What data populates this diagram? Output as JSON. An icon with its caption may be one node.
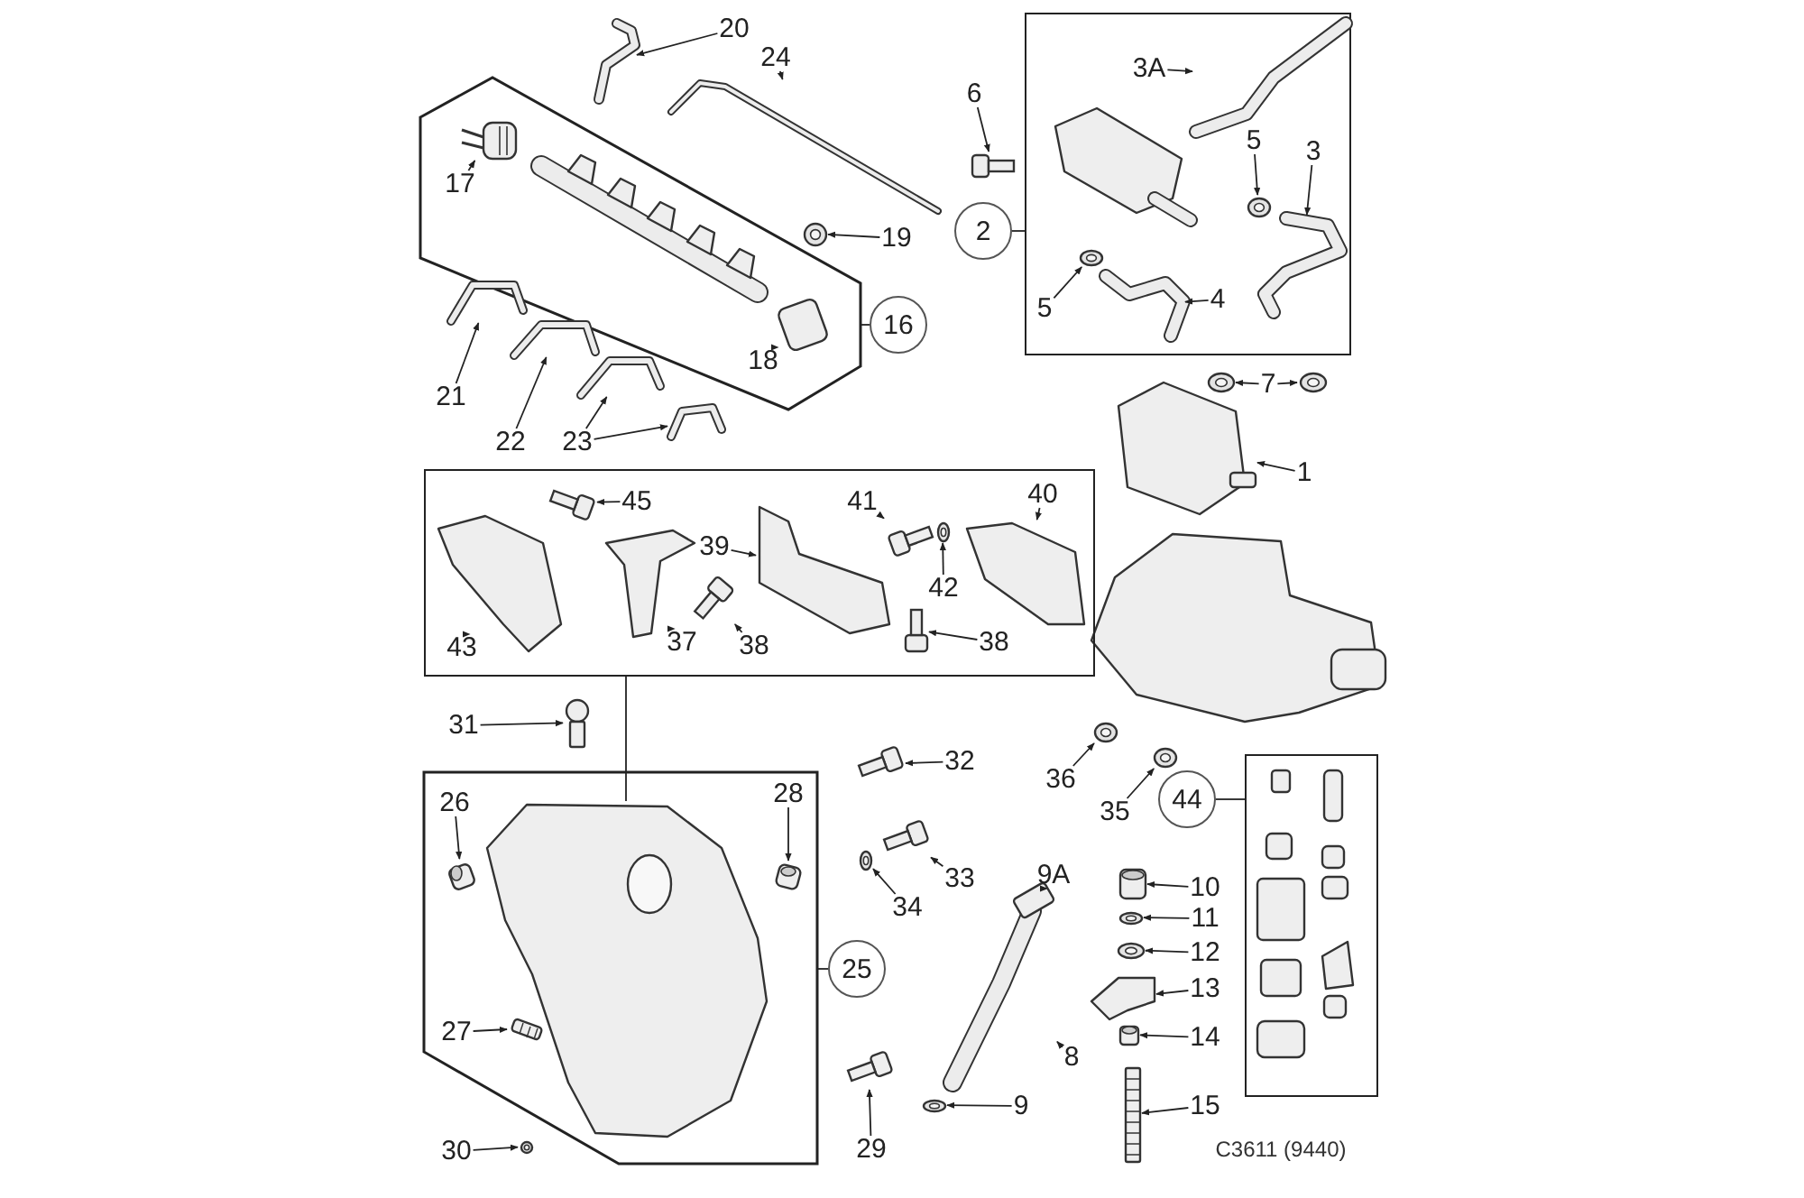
{
  "diagram": {
    "nodes": [
      {
        "text": [],
        "shape": "box"
      },
      {
        "text": [
          "20"
        ]
      },
      {
        "text": [
          "24"
        ]
      },
      {
        "text": [
          "17"
        ],
        "in": 0
      },
      {
        "text": [
          "6"
        ]
      },
      {
        "text": [
          "2"
        ]
      },
      {
        "text": [],
        "shape": "box"
      },
      {
        "text": [
          "3A"
        ],
        "in": 6
      },
      {
        "text": [
          "5"
        ],
        "in": 6
      },
      {
        "text": [
          "3"
        ],
        "in": 6
      },
      {
        "text": [
          "5"
        ],
        "in": 6
      },
      {
        "text": [
          "4"
        ],
        "in": 6
      },
      {
        "text": [
          "19"
        ]
      },
      {
        "text": [
          "18"
        ],
        "in": 0
      },
      {
        "text": [
          "16"
        ]
      },
      {
        "text": [
          "21"
        ]
      },
      {
        "text": [
          "22"
        ]
      },
      {
        "text": [
          "23"
        ]
      },
      {
        "text": [
          "7"
        ]
      },
      {
        "text": [
          "1"
        ]
      },
      {
        "text": [],
        "shape": "box"
      },
      {
        "text": [
          "45"
        ],
        "in": 20
      },
      {
        "text": [
          "41"
        ],
        "in": 20
      },
      {
        "text": [
          "40"
        ],
        "in": 20
      },
      {
        "text": [
          "39"
        ],
        "in": 20
      },
      {
        "text": [
          "42"
        ],
        "in": 20
      },
      {
        "text": [
          "43"
        ],
        "in": 20
      },
      {
        "text": [
          "37"
        ],
        "in": 20
      },
      {
        "text": [
          "38"
        ],
        "in": 20
      },
      {
        "text": [
          "38"
        ],
        "in": 20
      },
      {
        "text": [
          "31"
        ]
      },
      {
        "text": [
          "32"
        ]
      },
      {
        "text": [],
        "shape": "box"
      },
      {
        "text": [
          "26"
        ],
        "in": 32
      },
      {
        "text": [
          "28"
        ],
        "in": 32
      },
      {
        "text": [
          "36"
        ]
      },
      {
        "text": [
          "35"
        ]
      },
      {
        "text": [
          "44"
        ]
      },
      {
        "text": [],
        "shape": "box"
      },
      {
        "text": [
          "33"
        ]
      },
      {
        "text": [
          "34"
        ]
      },
      {
        "text": [
          "25"
        ]
      },
      {
        "text": [
          "9A"
        ]
      },
      {
        "text": [
          "10"
        ]
      },
      {
        "text": [
          "11"
        ]
      },
      {
        "text": [
          "12"
        ]
      },
      {
        "text": [
          "13"
        ]
      },
      {
        "text": [
          "27"
        ],
        "in": 32
      },
      {
        "text": [
          "14"
        ]
      },
      {
        "text": [
          "8"
        ]
      },
      {
        "text": [
          "29"
        ]
      },
      {
        "text": [
          "30"
        ]
      },
      {
        "text": [
          "9"
        ]
      },
      {
        "text": [
          "15"
        ]
      },
      {
        "text": [],
        "shape": "picture"
      },
      {
        "text": [],
        "shape": "picture"
      },
      {
        "text": [],
        "shape": "picture",
        "in": 0
      },
      {
        "text": [],
        "shape": "picture"
      },
      {
        "text": [],
        "shape": "picture",
        "in": 6
      },
      {
        "text": [],
        "shape": "picture",
        "in": 6
      },
      {
        "text": [],
        "shape": "picture",
        "in": 6
      },
      {
        "text": [],
        "shape": "picture",
        "in": 6
      },
      {
        "text": [],
        "shape": "picture",
        "in": 6
      },
      {
        "text": [],
        "shape": "picture"
      },
      {
        "text": [],
        "shape": "picture",
        "in": 0
      },
      {
        "text": [],
        "shape": "picture"
      },
      {
        "text": [],
        "shape": "picture"
      },
      {
        "text": [],
        "shape": "picture"
      },
      {
        "text": [],
        "shape": "picture"
      },
      {
        "text": [],
        "shape": "picture"
      },
      {
        "text": [],
        "shape": "picture"
      },
      {
        "text": [],
        "shape": "picture"
      },
      {
        "text": [],
        "shape": "picture",
        "in": 32
      },
      {
        "text": [],
        "shape": "picture",
        "in": 20
      },
      {
        "text": [],
        "shape": "picture",
        "in": 20
      },
      {
        "text": [],
        "shape": "picture",
        "in": 20
      },
      {
        "text": [],
        "shape": "picture",
        "in": 20
      },
      {
        "text": [],
        "shape": "picture",
        "in": 20
      },
      {
        "text": [],
        "shape": "picture",
        "in": 20
      },
      {
        "text": [],
        "shape": "picture",
        "in": 20
      },
      {
        "text": [],
        "shape": "picture",
        "in": 20
      },
      {
        "text": [],
        "shape": "picture",
        "in": 20
      },
      {
        "text": [],
        "shape": "picture"
      },
      {
        "text": [],
        "shape": "picture"
      },
      {
        "text": [],
        "shape": "picture",
        "in": 32
      },
      {
        "text": [],
        "shape": "picture",
        "in": 32
      },
      {
        "text": [],
        "shape": "picture"
      },
      {
        "text": [],
        "shape": "picture"
      },
      {
        "text": [],
        "shape": "picture"
      },
      {
        "text": [],
        "shape": "picture"
      },
      {
        "text": [],
        "shape": "picture"
      },
      {
        "text": [],
        "shape": "picture"
      },
      {
        "text": [],
        "shape": "picture"
      },
      {
        "text": [],
        "shape": "picture"
      },
      {
        "text": [],
        "shape": "picture"
      },
      {
        "text": [],
        "shape": "picture",
        "in": 32
      },
      {
        "text": [],
        "shape": "picture"
      },
      {
        "text": [],
        "shape": "picture"
      },
      {
        "text": [],
        "shape": "picture"
      },
      {
        "text": [],
        "shape": "picture"
      },
      {
        "text": [],
        "shape": "picture"
      }
    ],
    "edges": [
      {
        "from": 1,
        "to": 54,
        "arrow": "to"
      },
      {
        "from": 2,
        "to": 55,
        "arrow": "to"
      },
      {
        "from": 3,
        "to": 56,
        "arrow": "to"
      },
      {
        "from": 4,
        "to": 57,
        "arrow": "to"
      },
      {
        "from": 5,
        "to": 6,
        "arrow": "none"
      },
      {
        "from": 7,
        "to": 58,
        "arrow": "to"
      },
      {
        "from": 8,
        "to": 59,
        "arrow": "to"
      },
      {
        "from": 9,
        "to": 60,
        "arrow": "to"
      },
      {
        "from": 10,
        "to": 61,
        "arrow": "to"
      },
      {
        "from": 11,
        "to": 62,
        "arrow": "to"
      },
      {
        "from": 12,
        "to": 63,
        "arrow": "to"
      },
      {
        "from": 13,
        "to": 64,
        "arrow": "to"
      },
      {
        "from": 14,
        "to": 0,
        "arrow": "none"
      },
      {
        "from": 15,
        "to": 65,
        "arrow": "to"
      },
      {
        "from": 16,
        "to": 66,
        "arrow": "to"
      },
      {
        "from": 17,
        "to": 67,
        "arrow": "to"
      },
      {
        "from": 17,
        "to": 68,
        "arrow": "to"
      },
      {
        "from": 18,
        "to": 69,
        "arrow": "to"
      },
      {
        "from": 18,
        "to": 70,
        "arrow": "to"
      },
      {
        "from": 19,
        "to": 71,
        "arrow": "to"
      },
      {
        "from": 20,
        "to": 72,
        "arrow": "none"
      },
      {
        "from": 21,
        "to": 73,
        "arrow": "to"
      },
      {
        "from": 22,
        "to": 74,
        "arrow": "to"
      },
      {
        "from": 23,
        "to": 75,
        "arrow": "to"
      },
      {
        "from": 24,
        "to": 76,
        "arrow": "to"
      },
      {
        "from": 25,
        "to": 77,
        "arrow": "to"
      },
      {
        "from": 26,
        "to": 78,
        "arrow": "to"
      },
      {
        "from": 27,
        "to": 79,
        "arrow": "to"
      },
      {
        "from": 28,
        "to": 80,
        "arrow": "to"
      },
      {
        "from": 29,
        "to": 81,
        "arrow": "to"
      },
      {
        "from": 30,
        "to": 82,
        "arrow": "to"
      },
      {
        "from": 31,
        "to": 83,
        "arrow": "to"
      },
      {
        "from": 33,
        "to": 84,
        "arrow": "to"
      },
      {
        "from": 34,
        "to": 85,
        "arrow": "to"
      },
      {
        "from": 35,
        "to": 86,
        "arrow": "to"
      },
      {
        "from": 36,
        "to": 87,
        "arrow": "to"
      },
      {
        "from": 37,
        "to": 38,
        "arrow": "none"
      },
      {
        "from": 39,
        "to": 88,
        "arrow": "to"
      },
      {
        "from": 40,
        "to": 89,
        "arrow": "to"
      },
      {
        "from": 41,
        "to": 32,
        "arrow": "none"
      },
      {
        "from": 42,
        "to": 90,
        "arrow": "to"
      },
      {
        "from": 43,
        "to": 91,
        "arrow": "to"
      },
      {
        "from": 44,
        "to": 92,
        "arrow": "to"
      },
      {
        "from": 45,
        "to": 93,
        "arrow": "to"
      },
      {
        "from": 46,
        "to": 94,
        "arrow": "to"
      },
      {
        "from": 47,
        "to": 95,
        "arrow": "to"
      },
      {
        "from": 48,
        "to": 96,
        "arrow": "to"
      },
      {
        "from": 49,
        "to": 90,
        "arrow": "to"
      },
      {
        "from": 50,
        "to": 97,
        "arrow": "to"
      },
      {
        "from": 51,
        "to": 98,
        "arrow": "to"
      },
      {
        "from": 52,
        "to": 99,
        "arrow": "to"
      },
      {
        "from": 53,
        "to": 100,
        "arrow": "to"
      }
    ],
    "labels": [
      "C3611 (9440)"
    ]
  }
}
